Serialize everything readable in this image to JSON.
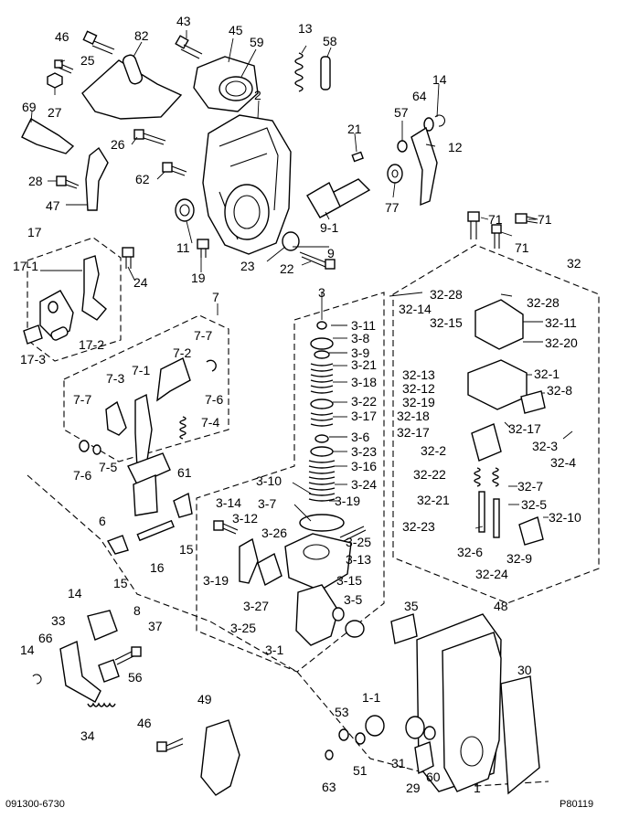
{
  "footer": {
    "left_code": "091300-6730",
    "right_code": "P80119"
  },
  "labels": {
    "l43": "43",
    "l45": "45",
    "l59": "59",
    "l13": "13",
    "l58": "58",
    "l46a": "46",
    "l82": "82",
    "l25": "25",
    "l27": "27",
    "l69": "69",
    "l2": "2",
    "l14a": "14",
    "l64": "64",
    "l57": "57",
    "l21": "21",
    "l12": "12",
    "l26": "26",
    "l62": "62",
    "l28": "28",
    "l47": "47",
    "l77": "77",
    "l9_1": "9-1",
    "l9": "9",
    "l11": "11",
    "l23": "23",
    "l22": "22",
    "l19": "19",
    "l71a": "71",
    "l71b": "71",
    "l71c": "71",
    "l32": "32",
    "l17": "17",
    "l17_1": "17-1",
    "l24": "24",
    "l17_2": "17-2",
    "l17_3": "17-3",
    "l7": "7",
    "l3": "3",
    "l7_7a": "7-7",
    "l7_2": "7-2",
    "l7_3": "7-3",
    "l7_1": "7-1",
    "l7_6a": "7-6",
    "l7_4": "7-4",
    "l7_7b": "7-7",
    "l7_6b": "7-6",
    "l7_5": "7-5",
    "l61": "61",
    "l6": "6",
    "l15a": "15",
    "l16": "16",
    "l15b": "15",
    "l3_11": "3-11",
    "l3_8": "3-8",
    "l3_9": "3-9",
    "l3_21": "3-21",
    "l3_18": "3-18",
    "l3_22": "3-22",
    "l3_17": "3-17",
    "l3_6": "3-6",
    "l3_23": "3-23",
    "l3_16": "3-16",
    "l3_24": "3-24",
    "l3_10": "3-10",
    "l3_19a": "3-19",
    "l3_7": "3-7",
    "l3_14": "3-14",
    "l3_12": "3-12",
    "l3_26": "3-26",
    "l3_25a": "3-25",
    "l3_13": "3-13",
    "l3_19b": "3-19",
    "l3_27": "3-27",
    "l3_15": "3-15",
    "l3_5": "3-5",
    "l3_25b": "3-25",
    "l3_1": "3-1",
    "l32_28a": "32-28",
    "l32_28b": "32-28",
    "l32_14": "32-14",
    "l32_15": "32-15",
    "l32_11": "32-11",
    "l32_20": "32-20",
    "l32_13": "32-13",
    "l32_12": "32-12",
    "l32_1": "32-1",
    "l32_8": "32-8",
    "l32_19": "32-19",
    "l32_18": "32-18",
    "l32_17a": "32-17",
    "l32_17b": "32-17",
    "l32_3": "32-3",
    "l32_2": "32-2",
    "l32_4": "32-4",
    "l32_22": "32-22",
    "l32_7": "32-7",
    "l32_21": "32-21",
    "l32_5": "32-5",
    "l32_23": "32-23",
    "l32_10": "32-10",
    "l32_6": "32-6",
    "l32_9": "32-9",
    "l32_24": "32-24",
    "l14b": "14",
    "l8": "8",
    "l33": "33",
    "l66": "66",
    "l37": "37",
    "l14c": "14",
    "l56": "56",
    "l34": "34",
    "l35": "35",
    "l48": "48",
    "l30": "30",
    "l49": "49",
    "l1_1": "1-1",
    "l53": "53",
    "l46b": "46",
    "l31": "31",
    "l51": "51",
    "l29": "29",
    "l60": "60",
    "l63": "63",
    "l1": "1"
  }
}
